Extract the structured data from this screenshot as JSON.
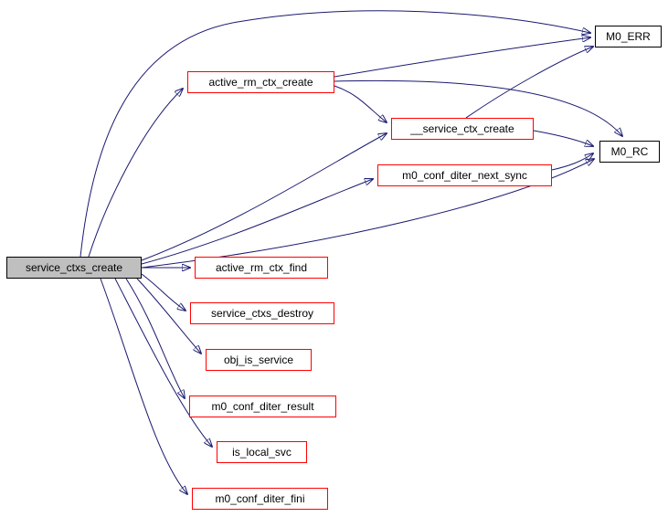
{
  "graph": {
    "type": "call-graph",
    "root": "service_ctxs_create",
    "colors": {
      "edge": "#191970",
      "link_node_border": "#ff0000",
      "plain_node_border": "#000000",
      "current_node_fill": "#bfbfbf",
      "background": "#ffffff"
    },
    "nodes": [
      {
        "id": "service_ctxs_create",
        "label": "service_ctxs_create",
        "style": "current"
      },
      {
        "id": "active_rm_ctx_create",
        "label": "active_rm_ctx_create",
        "style": "link"
      },
      {
        "id": "__service_ctx_create",
        "label": "__service_ctx_create",
        "style": "link"
      },
      {
        "id": "m0_conf_diter_next_sync",
        "label": "m0_conf_diter_next_sync",
        "style": "link"
      },
      {
        "id": "M0_ERR",
        "label": "M0_ERR",
        "style": "plain"
      },
      {
        "id": "M0_RC",
        "label": "M0_RC",
        "style": "plain"
      },
      {
        "id": "active_rm_ctx_find",
        "label": "active_rm_ctx_find",
        "style": "link"
      },
      {
        "id": "service_ctxs_destroy",
        "label": "service_ctxs_destroy",
        "style": "link"
      },
      {
        "id": "obj_is_service",
        "label": "obj_is_service",
        "style": "link"
      },
      {
        "id": "m0_conf_diter_result",
        "label": "m0_conf_diter_result",
        "style": "link"
      },
      {
        "id": "is_local_svc",
        "label": "is_local_svc",
        "style": "link"
      },
      {
        "id": "m0_conf_diter_fini",
        "label": "m0_conf_diter_fini",
        "style": "link"
      }
    ],
    "edges": [
      {
        "from": "service_ctxs_create",
        "to": "M0_ERR"
      },
      {
        "from": "service_ctxs_create",
        "to": "active_rm_ctx_create"
      },
      {
        "from": "service_ctxs_create",
        "to": "__service_ctx_create"
      },
      {
        "from": "service_ctxs_create",
        "to": "m0_conf_diter_next_sync"
      },
      {
        "from": "service_ctxs_create",
        "to": "M0_RC"
      },
      {
        "from": "service_ctxs_create",
        "to": "active_rm_ctx_find"
      },
      {
        "from": "service_ctxs_create",
        "to": "service_ctxs_destroy"
      },
      {
        "from": "service_ctxs_create",
        "to": "obj_is_service"
      },
      {
        "from": "service_ctxs_create",
        "to": "m0_conf_diter_result"
      },
      {
        "from": "service_ctxs_create",
        "to": "is_local_svc"
      },
      {
        "from": "service_ctxs_create",
        "to": "m0_conf_diter_fini"
      },
      {
        "from": "active_rm_ctx_create",
        "to": "M0_ERR"
      },
      {
        "from": "active_rm_ctx_create",
        "to": "__service_ctx_create"
      },
      {
        "from": "active_rm_ctx_create",
        "to": "M0_RC"
      },
      {
        "from": "__service_ctx_create",
        "to": "M0_ERR"
      },
      {
        "from": "__service_ctx_create",
        "to": "M0_RC"
      },
      {
        "from": "m0_conf_diter_next_sync",
        "to": "M0_RC"
      }
    ]
  }
}
